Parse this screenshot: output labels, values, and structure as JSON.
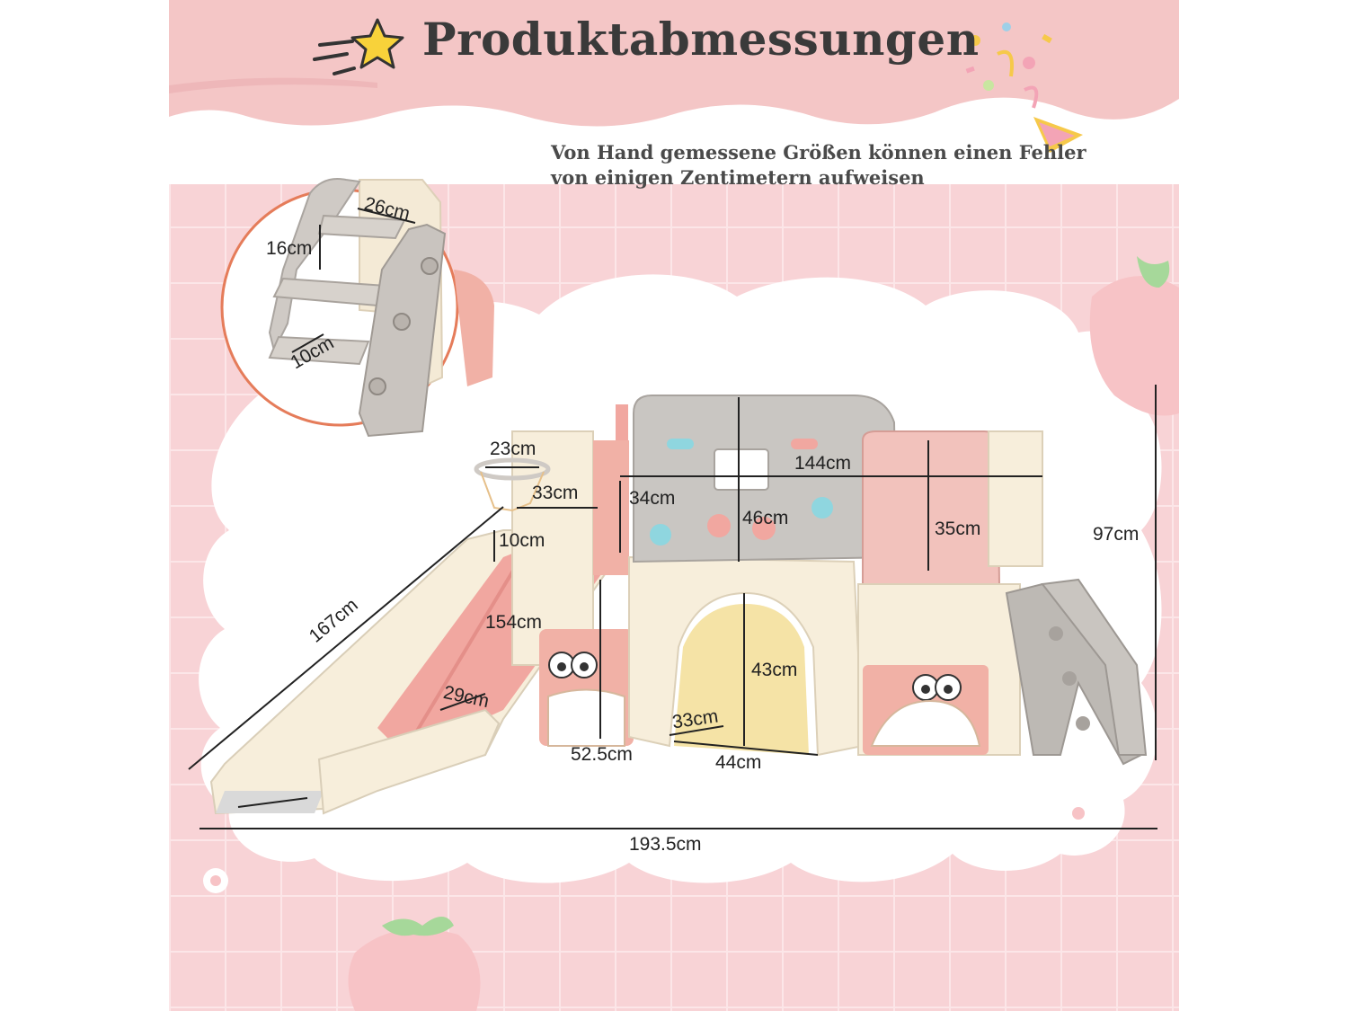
{
  "header": {
    "title": "Produktabmessungen",
    "subtitle_line1": "Von Hand gemessene Größen können einen Fehler",
    "subtitle_line2": "von einigen Zentimetern aufweisen"
  },
  "colors": {
    "pink_band": "#f4c6c6",
    "tile_pink": "#f8d3d6",
    "grid_line": "#fbe2e4",
    "cloud_white": "#ffffff",
    "slide_pink": "#f1a7a0",
    "cream": "#f7eedb",
    "grey": "#b4b1ad",
    "circle_border": "#e57c5a"
  },
  "dimensions": {
    "step_width": "26cm",
    "step_height": "16cm",
    "step_depth": "10cm",
    "hoop_diameter": "23cm",
    "platform_depth": "33cm",
    "slide_wall": "10cm",
    "slide_length": "167cm",
    "slide_bed": "154cm",
    "slide_width": "29cm",
    "climb_height": "52.5cm",
    "panel_height_left": "34cm",
    "top_width": "144cm",
    "center_height": "46cm",
    "panel_height_right": "35cm",
    "total_height": "97cm",
    "arch_height": "43cm",
    "arch_depth": "33cm",
    "arch_width": "44cm",
    "total_length": "193.5cm"
  }
}
